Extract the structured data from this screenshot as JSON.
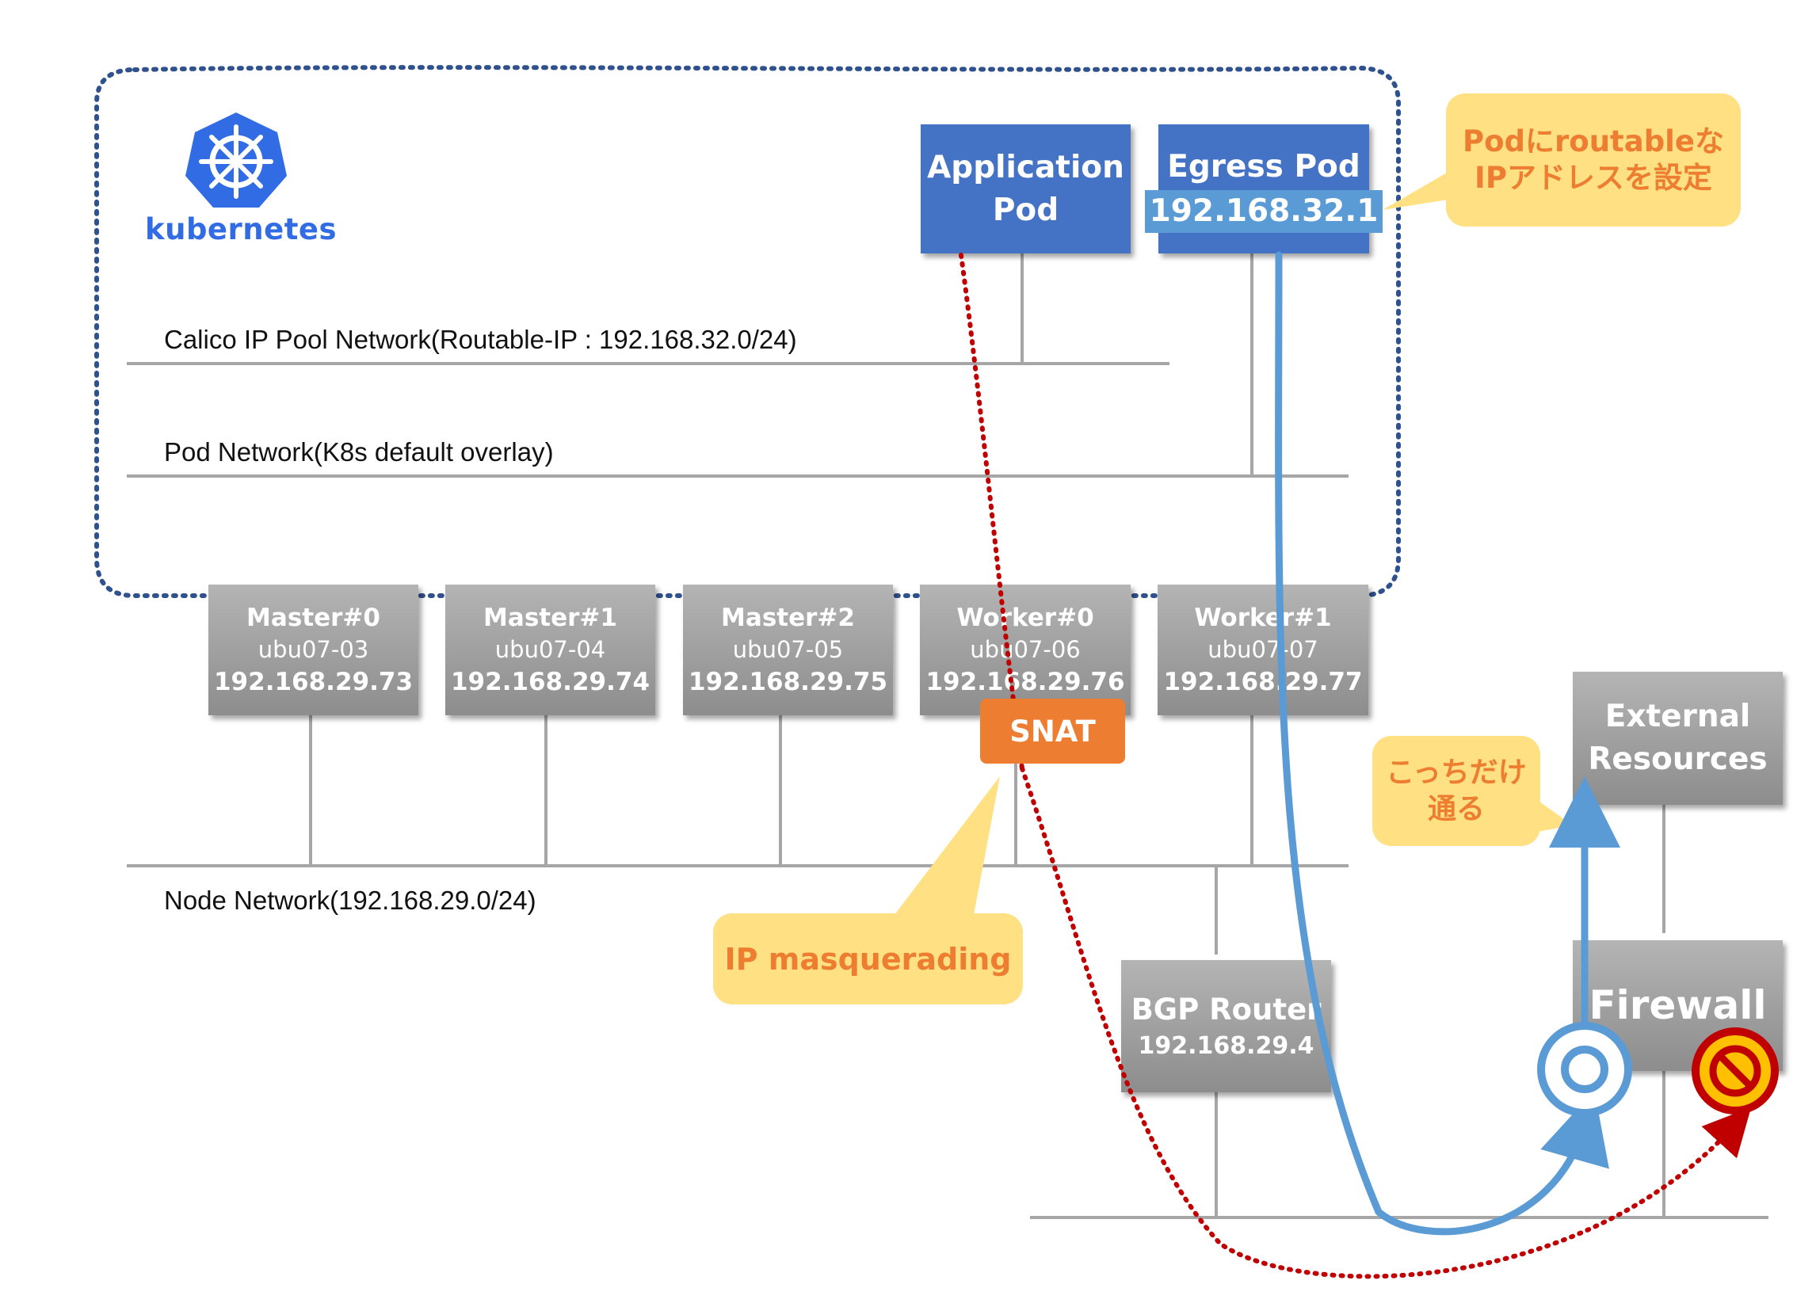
{
  "brand": {
    "name": "kubernetes",
    "color": "#326ce5",
    "icon": "kubernetes-helm-wheel-icon"
  },
  "networks": {
    "calico": "Calico IP Pool Network(Routable-IP : 192.168.32.0/24)",
    "pod": "Pod Network(K8s default overlay)",
    "node": "Node Network(192.168.29.0/24)"
  },
  "pods": {
    "application": {
      "line1": "Application",
      "line2": "Pod"
    },
    "egress": {
      "name": "Egress Pod",
      "ip": "192.168.32.1"
    }
  },
  "callouts": {
    "routable": {
      "line1": "Podにroutableな",
      "line2": "IPアドレスを設定"
    },
    "masquerade": "IP masquerading",
    "only_this": {
      "line1": "こっちだけ",
      "line2": "通る"
    }
  },
  "snat": "SNAT",
  "nodes": [
    {
      "role": "Master#0",
      "host": "ubu07-03",
      "ip": "192.168.29.73"
    },
    {
      "role": "Master#1",
      "host": "ubu07-04",
      "ip": "192.168.29.74"
    },
    {
      "role": "Master#2",
      "host": "ubu07-05",
      "ip": "192.168.29.75"
    },
    {
      "role": "Worker#0",
      "host": "ubu07-06",
      "ip": "192.168.29.76"
    },
    {
      "role": "Worker#1",
      "host": "ubu07-07",
      "ip": "192.168.29.77"
    }
  ],
  "bgp_router": {
    "name": "BGP Router",
    "ip": "192.168.29.4"
  },
  "external": {
    "line1": "External",
    "line2": "Resources"
  },
  "firewall": "Firewall",
  "colors": {
    "cluster_border": "#2f528f",
    "allowed_path": "#5b9bd5",
    "blocked_path": "#c00000",
    "node_box": "#a6a6a6",
    "pod_box": "#4472c4",
    "callout_fill": "#ffe082",
    "callout_text": "#ed7d31",
    "network_line": "#a6a6a6"
  },
  "icons": {
    "allowed_marker": "double-circle-ok-icon",
    "blocked_marker": "prohibited-icon"
  }
}
